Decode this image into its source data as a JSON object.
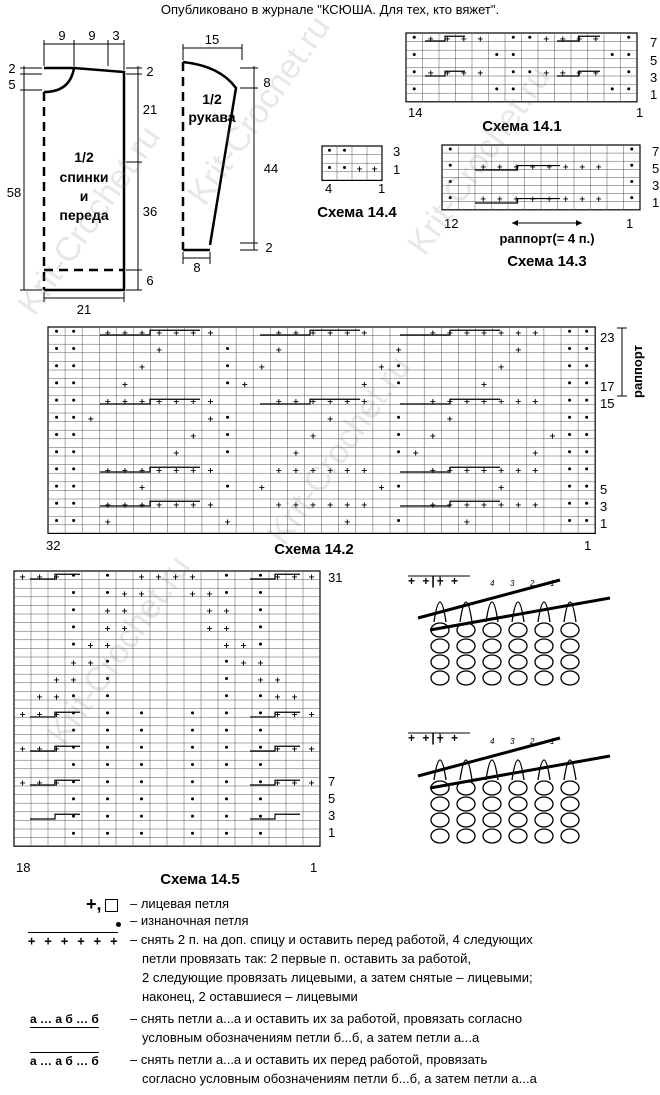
{
  "header": "Опубликовано в журнале \"КСЮША. Для тех, кто вяжет\".",
  "watermark": "Krit-Crochet.ru",
  "body_pattern": {
    "label": [
      "1/2",
      "спинки",
      "и",
      "переда"
    ],
    "top_dims": [
      "9",
      "9",
      "3"
    ],
    "left_dims": [
      "2",
      "5",
      "58"
    ],
    "right_dims": [
      "2",
      "21",
      "36",
      "6"
    ],
    "bottom_dim": "21"
  },
  "sleeve_pattern": {
    "label": [
      "1/2",
      "рукава"
    ],
    "top_dim": "15",
    "right_dims": [
      "8",
      "44",
      "2"
    ],
    "bottom_dim": "8"
  },
  "charts": {
    "s141": {
      "title": "Схема 14.1",
      "left": "14",
      "right": "1",
      "rows": [
        "7",
        "5",
        "3",
        "1"
      ]
    },
    "s144": {
      "title": "Схема 14.4",
      "left": "4",
      "right": "1",
      "rows": [
        "3",
        "1"
      ]
    },
    "s143": {
      "title": "Схема 14.3",
      "left": "12",
      "right": "1",
      "rows": [
        "7",
        "5",
        "3",
        "1"
      ],
      "rapport": "раппорт(= 4 п.)"
    },
    "s142": {
      "title": "Схема 14.2",
      "left": "32",
      "right": "1",
      "rows": [
        "23",
        "17",
        "15",
        "5",
        "3",
        "1"
      ],
      "rapport": "раппорт"
    },
    "s145": {
      "title": "Схема 14.5",
      "left": "18",
      "right": "1",
      "rows": [
        "31",
        "7",
        "5",
        "3",
        "1"
      ]
    }
  },
  "legend": {
    "knit_sym": "+",
    "knit": "– лицевая петля",
    "purl": "– изнаночная петля",
    "cable_sym": "+ + + + + +",
    "cable_lines": [
      "– снять 2 п. на доп. спицу и оставить перед работой, 4 следующих",
      "петли провязать так: 2 первые п. оставить за работой,",
      "2 следующие провязать лицевыми, а затем снятые – лицевыми;",
      "наконец, 2 оставшиеся – лицевыми"
    ],
    "cross1_sym": "а … а б … б",
    "cross1_lines": [
      "– снять петли а...а и оставить их за работой, провязать согласно",
      "условным обозначениям петли б...б, а затем петли а...а"
    ],
    "cross2_sym": "а … а б … б",
    "cross2_lines": [
      "– снять петли а...а и оставить их перед работой, провязать",
      "согласно условным обозначениям петли б...б, а затем петли а...а"
    ]
  }
}
